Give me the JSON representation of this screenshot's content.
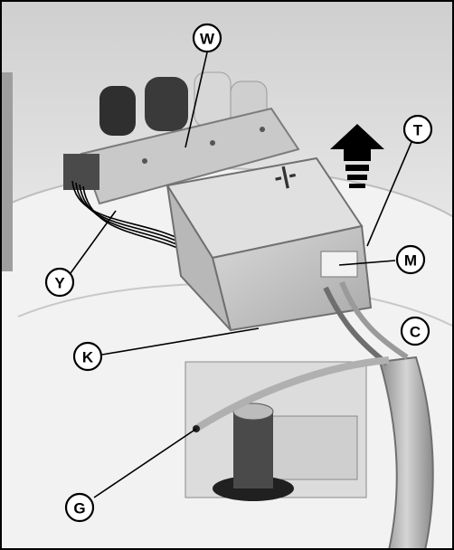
{
  "figure": {
    "background": "#e9e9e9",
    "border_color": "#000000",
    "callouts": [
      {
        "id": "W",
        "label": "W"
      },
      {
        "id": "T",
        "label": "T"
      },
      {
        "id": "M",
        "label": "M"
      },
      {
        "id": "Y",
        "label": "Y"
      },
      {
        "id": "C",
        "label": "C"
      },
      {
        "id": "K",
        "label": "K"
      },
      {
        "id": "G",
        "label": "G"
      }
    ],
    "module_marking": "-|-"
  }
}
